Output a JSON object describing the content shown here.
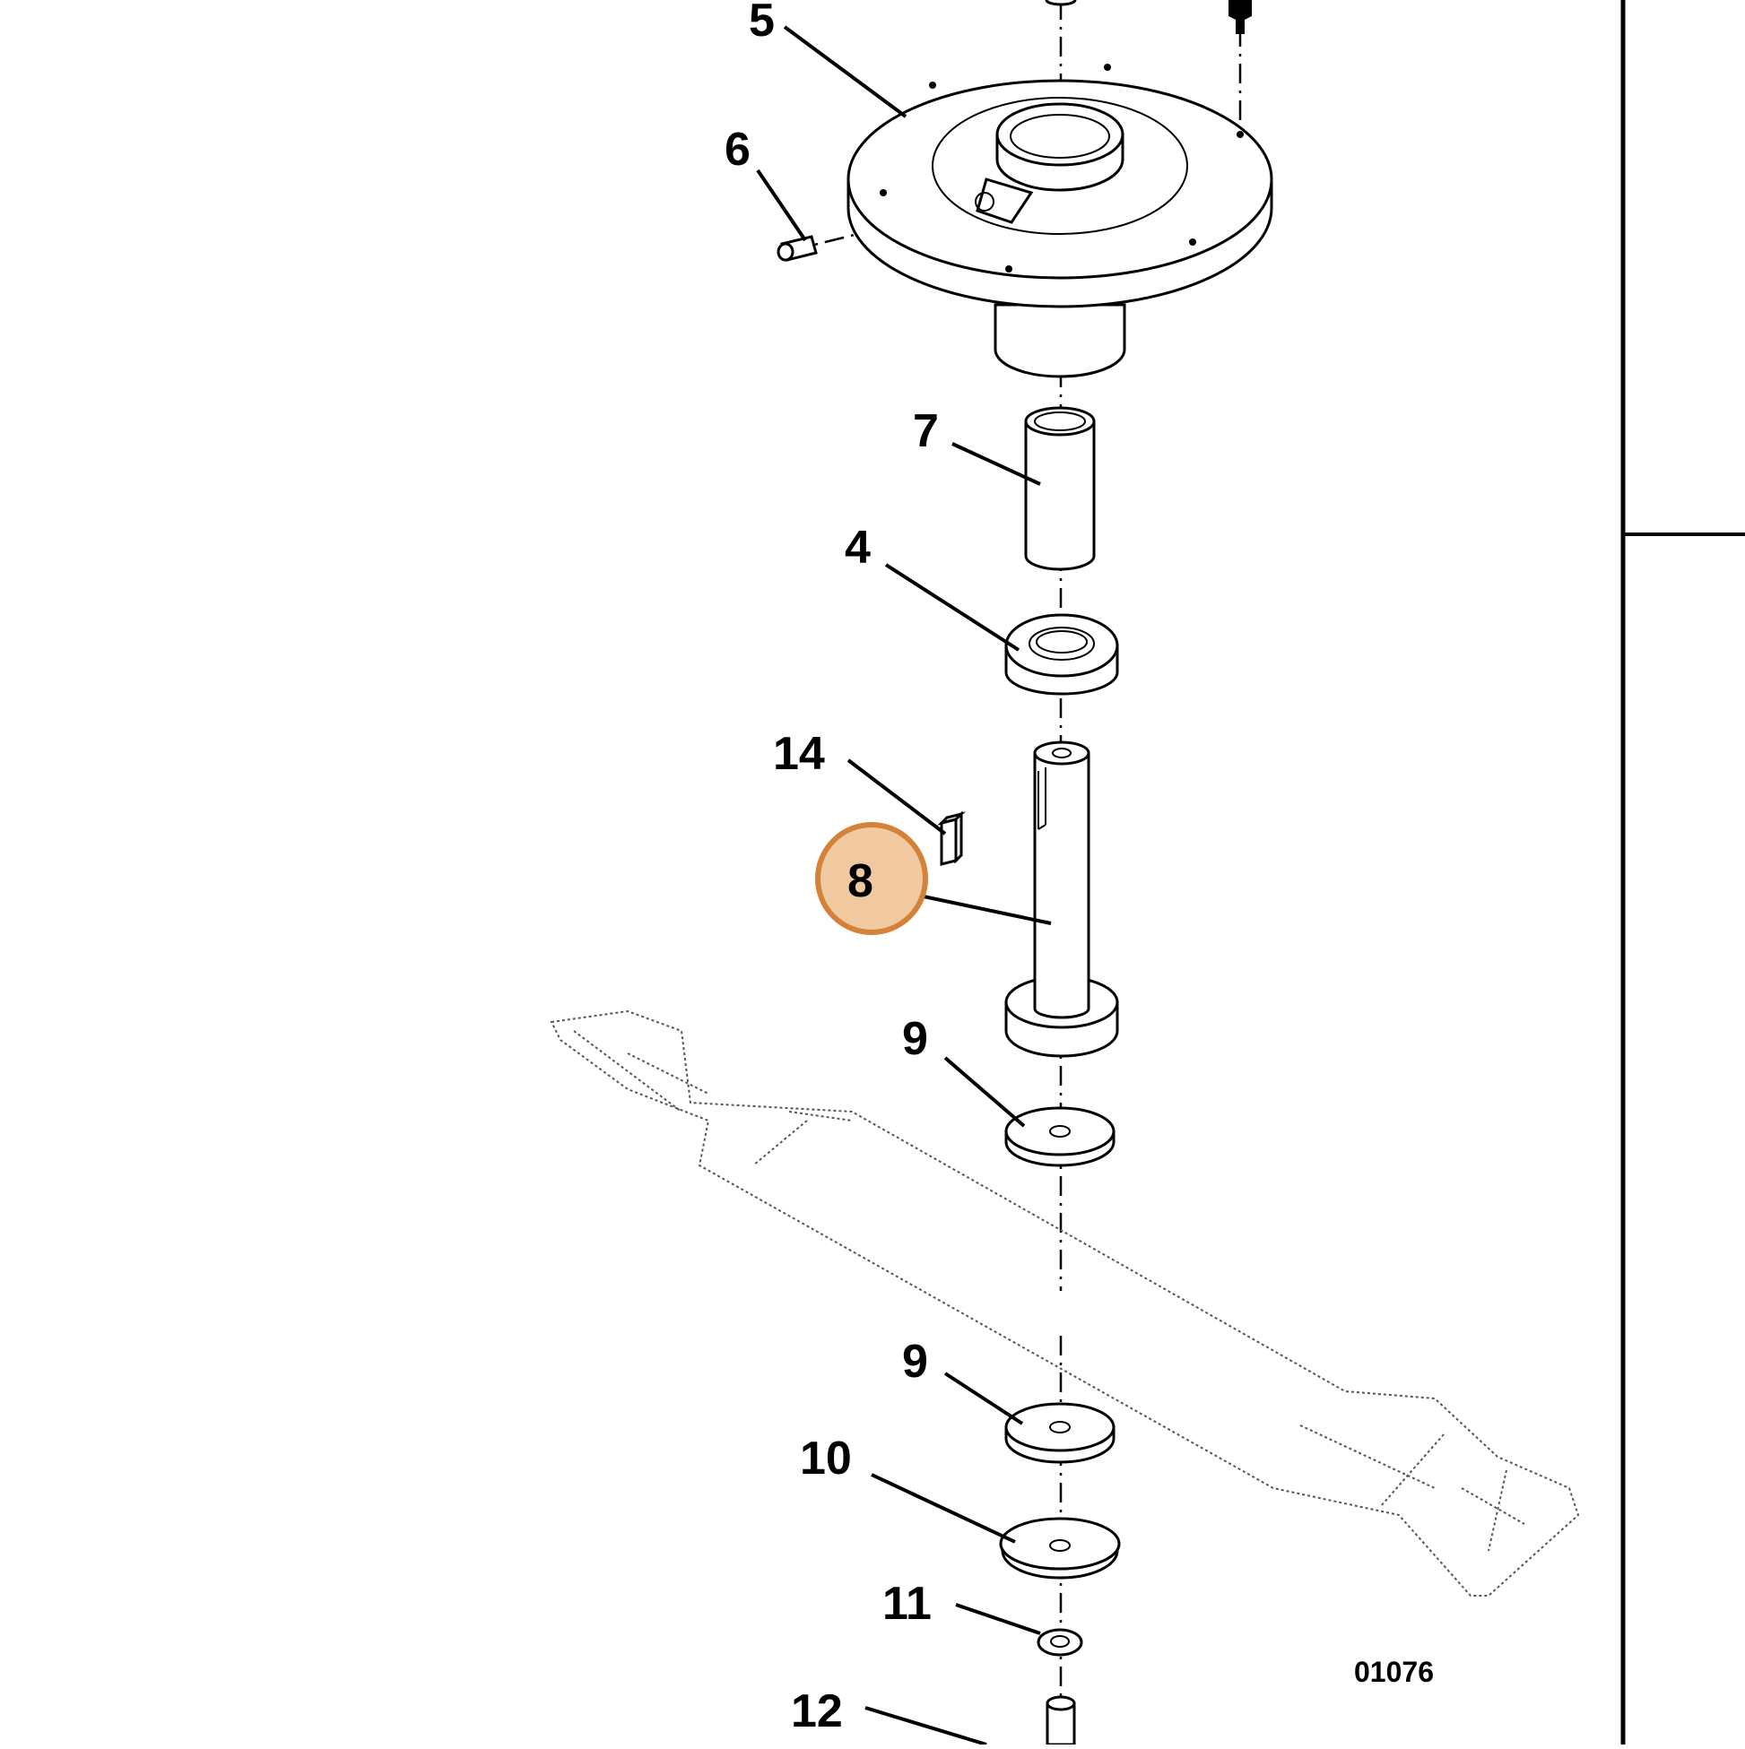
{
  "diagram": {
    "callouts": {
      "c5": "5",
      "c6": "6",
      "c7": "7",
      "c4": "4",
      "c14": "14",
      "c8": "8",
      "c9a": "9",
      "c9b": "9",
      "c10": "10",
      "c11": "11",
      "c12": "12"
    },
    "figure_code": "01076",
    "highlight": {
      "callout": "8",
      "color": "#f0c9a0",
      "border_color": "#d4813a"
    }
  }
}
